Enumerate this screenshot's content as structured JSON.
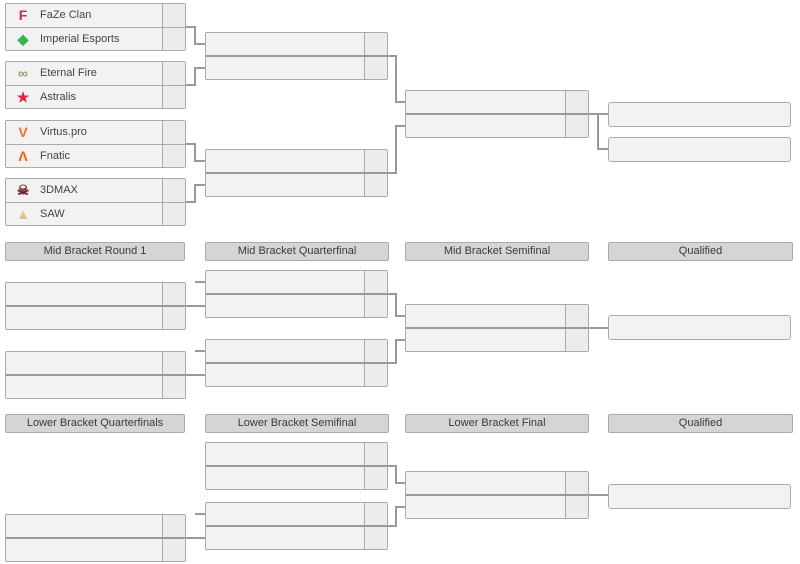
{
  "teams": [
    {
      "name": "FaZe Clan",
      "glyph": "F",
      "color": "#d4293d"
    },
    {
      "name": "Imperial Esports",
      "glyph": "◆",
      "color": "#35b44a"
    },
    {
      "name": "Eternal Fire",
      "glyph": "∞",
      "color": "#a3976e"
    },
    {
      "name": "Astralis",
      "glyph": "★",
      "color": "#e1243d"
    },
    {
      "name": "Virtus.pro",
      "glyph": "V",
      "color": "#ff6c2c"
    },
    {
      "name": "Fnatic",
      "glyph": "Λ",
      "color": "#ff5a00"
    },
    {
      "name": "3DMAX",
      "glyph": "☠",
      "color": "#77222e"
    },
    {
      "name": "SAW",
      "glyph": "▲",
      "color": "#d9c783"
    }
  ],
  "headers": {
    "mid": {
      "round1": "Mid Bracket Round 1",
      "quarterfinal": "Mid Bracket Quarterfinal",
      "semifinal": "Mid Bracket Semifinal",
      "qualified": "Qualified"
    },
    "lower": {
      "quarterfinals": "Lower Bracket Quarterfinals",
      "semifinal": "Lower Bracket Semifinal",
      "final": "Lower Bracket Final",
      "qualified": "Qualified"
    }
  },
  "colors": {
    "box_bg": "#f2f2f2",
    "score_bg": "#ececec",
    "border": "#aaaaaa",
    "connector": "#999999",
    "header_bg": "#d5d5d5",
    "header_text": "#3a3a3a",
    "team_text": "#434343"
  }
}
